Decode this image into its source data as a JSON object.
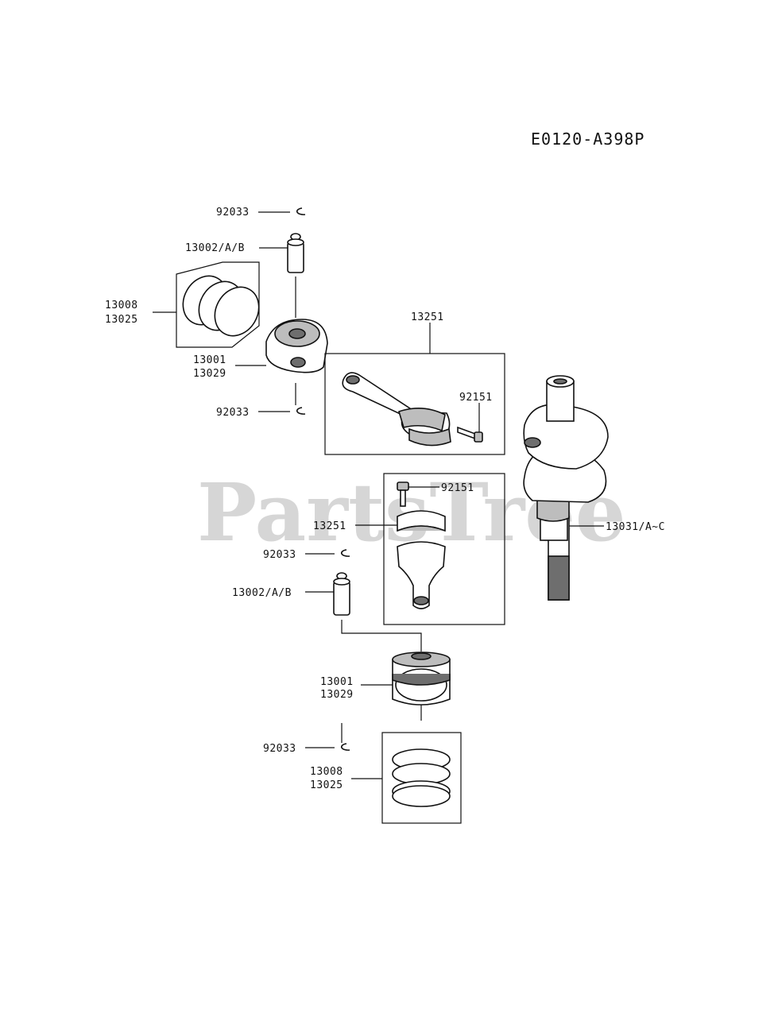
{
  "diagram_code": "E0120-A398P",
  "watermark": "PartsTree",
  "labels": {
    "clip_top": "92033",
    "pin_top": "13002/A/B",
    "rings_top_a": "13008",
    "rings_top_b": "13025",
    "piston_top_a": "13001",
    "piston_top_b": "13029",
    "clip_top_lower": "92033",
    "rod_top": "13251",
    "bolt_top": "92151",
    "bolt_lower": "92151",
    "rod_lower": "13251",
    "crankshaft": "13031/A~C",
    "clip_lower": "92033",
    "pin_lower": "13002/A/B",
    "piston_lower_a": "13001",
    "piston_lower_b": "13029",
    "clip_lower_bottom": "92033",
    "rings_lower_a": "13008",
    "rings_lower_b": "13025"
  }
}
